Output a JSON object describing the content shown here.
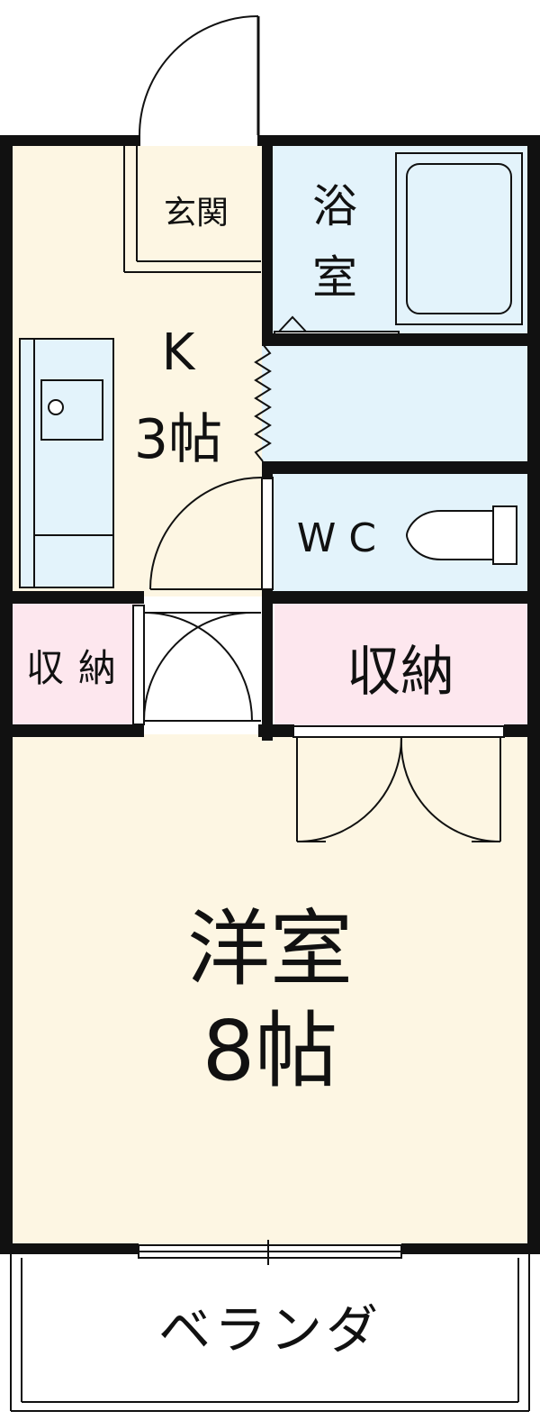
{
  "floor_plan": {
    "rooms": {
      "genkan": {
        "label": "玄関"
      },
      "bath": {
        "label_top": "浴",
        "label_bottom": "室"
      },
      "kitchen": {
        "label_top": "K",
        "label_bottom": "3帖"
      },
      "wc": {
        "label": "W C"
      },
      "storage_left": {
        "label_top": "収",
        "label_bottom": "納"
      },
      "storage_right": {
        "label": "収納"
      },
      "western_room": {
        "label_top": "洋室",
        "label_bottom": "8帖"
      },
      "veranda": {
        "label": "ベランダ"
      }
    },
    "colors": {
      "wall": "#111111",
      "floor_wood": "#fdf6e3",
      "water_area": "#e3f3fb",
      "storage": "#fde7ee",
      "veranda": "#ffffff"
    }
  }
}
